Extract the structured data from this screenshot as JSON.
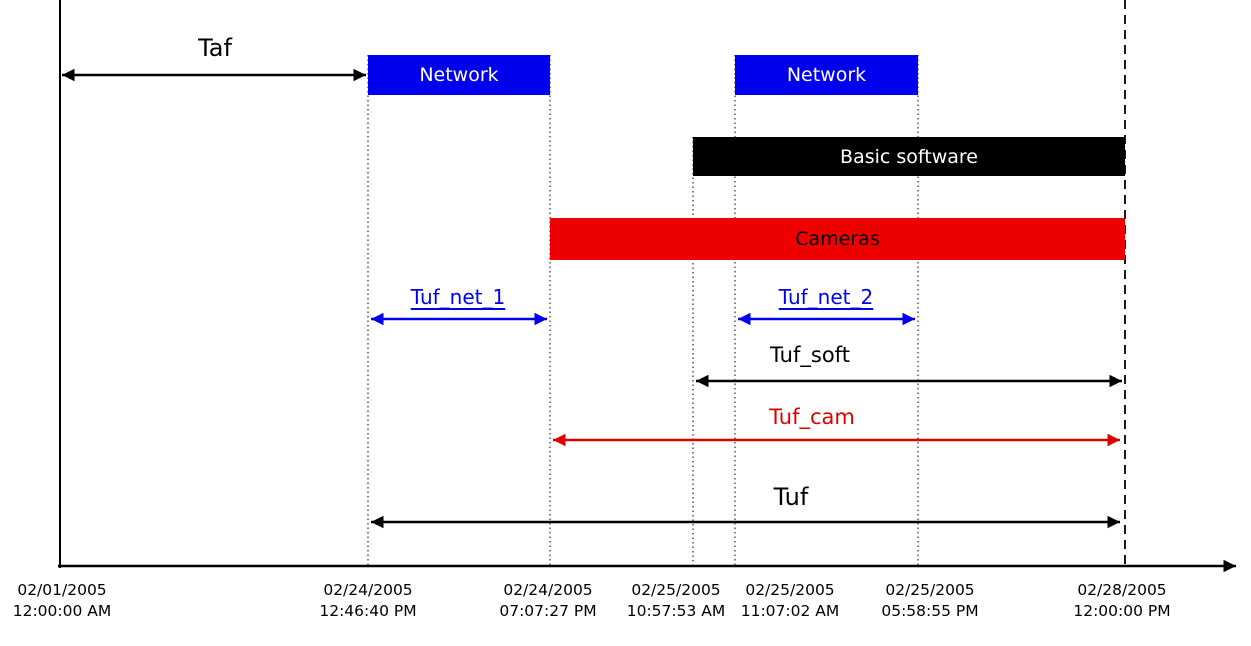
{
  "chart_data": {
    "type": "timeline",
    "title": "",
    "colors": {
      "network_bar": "#0000ee",
      "software_bar": "#000000",
      "cameras_bar": "#ee0000",
      "net_arrow": "#0000ee",
      "cam_arrow": "#dd0000",
      "axis": "#000000"
    },
    "axis_ticks": [
      {
        "date": "02/01/2005",
        "time": "12:00:00 AM"
      },
      {
        "date": "02/24/2005",
        "time": "12:46:40 PM"
      },
      {
        "date": "02/24/2005",
        "time": "07:07:27 PM"
      },
      {
        "date": "02/25/2005",
        "time": "10:57:53 AM"
      },
      {
        "date": "02/25/2005",
        "time": "11:07:02 AM"
      },
      {
        "date": "02/25/2005",
        "time": "05:58:55 PM"
      },
      {
        "date": "02/28/2005",
        "time": "12:00:00 PM"
      }
    ],
    "bars": [
      {
        "label": "Network",
        "color": "#0000ee",
        "text_color": "#ffffff",
        "start": "02/24/2005 12:46:40 PM",
        "end": "02/24/2005 07:07:27 PM"
      },
      {
        "label": "Network",
        "color": "#0000ee",
        "text_color": "#ffffff",
        "start": "02/25/2005 11:07:02 AM",
        "end": "02/25/2005 05:58:55 PM"
      },
      {
        "label": "Basic software",
        "color": "#000000",
        "text_color": "#ffffff",
        "start": "02/25/2005 10:57:53 AM",
        "end": "02/28/2005 12:00:00 PM"
      },
      {
        "label": "Cameras",
        "color": "#ee0000",
        "text_color": "#000000",
        "start": "02/24/2005 07:07:27 PM",
        "end": "02/28/2005 12:00:00 PM"
      }
    ],
    "intervals": [
      {
        "label": "Taf",
        "color": "#000000",
        "start": "02/01/2005 12:00:00 AM",
        "end": "02/24/2005 12:46:40 PM"
      },
      {
        "label": "Tuf_net_1",
        "color": "#0000ee",
        "start": "02/24/2005 12:46:40 PM",
        "end": "02/24/2005 07:07:27 PM"
      },
      {
        "label": "Tuf_net_2",
        "color": "#0000ee",
        "start": "02/25/2005 11:07:02 AM",
        "end": "02/25/2005 05:58:55 PM"
      },
      {
        "label": "Tuf_soft",
        "color": "#000000",
        "start": "02/25/2005 10:57:53 AM",
        "end": "02/28/2005 12:00:00 PM"
      },
      {
        "label": "Tuf_cam",
        "color": "#dd0000",
        "start": "02/24/2005 07:07:27 PM",
        "end": "02/28/2005 12:00:00 PM"
      },
      {
        "label": "Tuf",
        "color": "#000000",
        "start": "02/24/2005 12:46:40 PM",
        "end": "02/28/2005 12:00:00 PM"
      }
    ]
  }
}
